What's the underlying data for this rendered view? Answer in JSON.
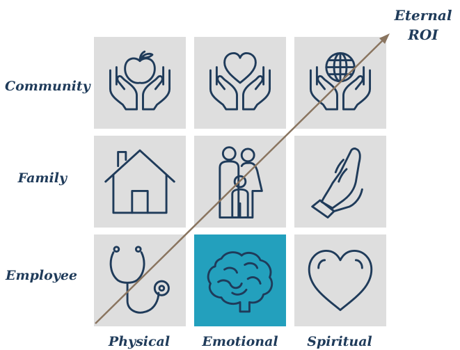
{
  "rows": [
    {
      "label": "Community"
    },
    {
      "label": "Family"
    },
    {
      "label": "Employee"
    }
  ],
  "columns": [
    {
      "label": "Physical"
    },
    {
      "label": "Emotional"
    },
    {
      "label": "Spiritual"
    }
  ],
  "arrow": {
    "label_line1": "Eternal",
    "label_line2": "ROI"
  },
  "cells": [
    {
      "row": "Community",
      "col": "Physical",
      "icon": "hands-apple-icon"
    },
    {
      "row": "Community",
      "col": "Emotional",
      "icon": "hands-heart-icon"
    },
    {
      "row": "Community",
      "col": "Spiritual",
      "icon": "hands-globe-icon"
    },
    {
      "row": "Family",
      "col": "Physical",
      "icon": "house-icon"
    },
    {
      "row": "Family",
      "col": "Emotional",
      "icon": "family-icon"
    },
    {
      "row": "Family",
      "col": "Spiritual",
      "icon": "praying-hands-icon"
    },
    {
      "row": "Employee",
      "col": "Physical",
      "icon": "stethoscope-icon"
    },
    {
      "row": "Employee",
      "col": "Emotional",
      "icon": "brain-icon",
      "highlighted": true
    },
    {
      "row": "Employee",
      "col": "Spiritual",
      "icon": "heart-icon"
    }
  ],
  "colors": {
    "text": "#1f3b5a",
    "cell": "#dedede",
    "highlight": "#23a0bd",
    "arrow": "#8a7560"
  }
}
